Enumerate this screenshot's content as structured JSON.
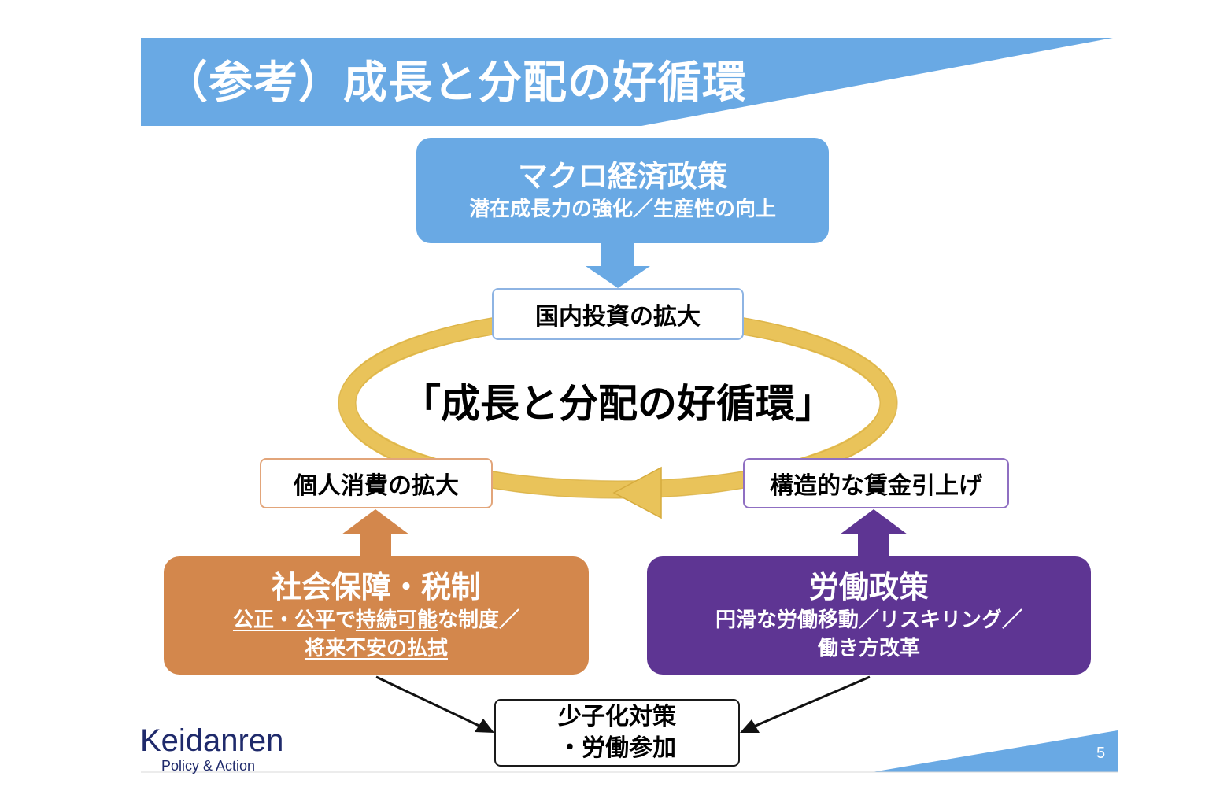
{
  "slide": {
    "title": "（参考）成長と分配の好循環",
    "page_number": "5"
  },
  "colors": {
    "title_band": "#69a9e4",
    "macro_box": "#69a9e4",
    "social_box": "#d3874c",
    "labor_box": "#5e3593",
    "cycle_ring": "#e9c35a"
  },
  "macro": {
    "heading": "マクロ経済政策",
    "subtext": "潜在成長力の強化／生産性の向上"
  },
  "cycle": {
    "center_label": "「成長と分配の好循環」",
    "top_label": "国内投資の拡大",
    "left_label": "個人消費の拡大",
    "right_label": "構造的な賃金引上げ"
  },
  "social": {
    "heading": "社会保障・税制",
    "line1_a": "公正・公平",
    "line1_b": "で",
    "line1_c": "持続可能",
    "line1_d": "な制度／",
    "line2": "将来不安の払拭"
  },
  "labor": {
    "heading": "労働政策",
    "line1": "円滑な労働移動／リスキリング／",
    "line2": "働き方改革"
  },
  "bottom": {
    "line1": "少子化対策",
    "line2": "・労働参加"
  },
  "logo": {
    "name": "Keidanren",
    "tagline": "Policy & Action"
  }
}
